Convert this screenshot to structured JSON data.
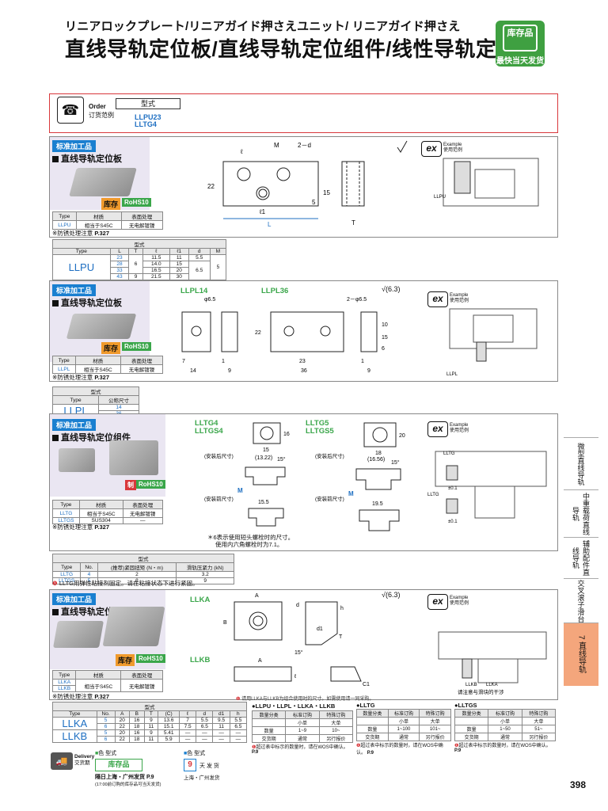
{
  "header": {
    "subtitle": "リニアロックプレート/リニアガイド押さえユニット/ リニアガイド押さえ",
    "title": "直线导轨定位板/直线导轨定位组件/线性导轨定位块",
    "badge_top": "库存品",
    "badge_caption": "最快当天发货"
  },
  "order": {
    "label_en": "Order",
    "label_cn": "订货范例",
    "type_header": "型式",
    "codes": [
      "LLPU23",
      "LLTG4"
    ]
  },
  "sections": {
    "llpu": {
      "tag": "标准加工品",
      "title": "直线导轨定位板",
      "stock": "库存",
      "rohs": "RoHS10",
      "mat_headers": [
        "Type",
        "材质",
        "表面处理"
      ],
      "mat_rows": [
        [
          "LLPU",
          "相当于S45C",
          "无电解镀镍"
        ]
      ],
      "rust_note": "※防锈处理注意",
      "rust_ref": "P.327",
      "dims": {
        "l": "ℓ",
        "d": "2－d",
        "m": "M",
        "h": "22",
        "h2": "15",
        "h3": "5",
        "l1": "ℓ1",
        "L": "L",
        "T": "T"
      },
      "example": "Example",
      "example_cn": "使用范例",
      "example_part": "LLPU",
      "table": {
        "title": "型式",
        "headers": [
          "Type",
          "L",
          "T",
          "ℓ",
          "ℓ1",
          "d",
          "M"
        ],
        "code": "LLPU",
        "L": [
          "23",
          "28",
          "33",
          "43"
        ],
        "T": "6",
        "l": [
          "11.5",
          "14.0",
          "16.5",
          "21.5"
        ],
        "l1": [
          "11",
          "15",
          "20",
          "30"
        ],
        "d_top": "5.5",
        "d_bot": "6.5",
        "M": "5",
        "T2": "9"
      }
    },
    "llpl": {
      "tag": "标准加工品",
      "title": "直线导轨定位板",
      "stock": "库存",
      "rohs": "RoHS10",
      "mat_headers": [
        "Type",
        "材质",
        "表面处理"
      ],
      "mat_rows": [
        [
          "LLPL",
          "相当于S45C",
          "无电解镀镍"
        ]
      ],
      "rust_note": "※防锈处理注意",
      "rust_ref": "P.327",
      "label_a": "LLPL14",
      "label_b": "LLPL36",
      "dims": {
        "hole_a": "φ6.5",
        "hole_b": "2－φ6.5",
        "d7": "7",
        "d14": "14",
        "d1": "1",
        "d9": "9",
        "d23": "23",
        "d36": "36",
        "d22": "22",
        "d10": "10",
        "d15": "15",
        "d6": "6"
      },
      "roughness": "6.3",
      "example": "Example",
      "example_cn": "使用范例",
      "example_part": "LLPL",
      "table": {
        "title": "型式",
        "headers": [
          "Type",
          "公称尺寸"
        ],
        "code": "LLPL",
        "sizes": [
          "14",
          "36"
        ]
      }
    },
    "lltg": {
      "tag": "标准加工品",
      "title": "直线导轨定位组件",
      "stock": "制",
      "rohs": "RoHS10",
      "mat_headers": [
        "Type",
        "材质",
        "表面处理"
      ],
      "mat_rows": [
        [
          "LLTG",
          "相当于S45C",
          "无电解镀镍"
        ],
        [
          "LLTGS",
          "SUS304",
          "—"
        ]
      ],
      "rust_note": "※防锈处理注意",
      "rust_ref": "P.327",
      "label_a1": "LLTG4",
      "label_a2": "LLTGS4",
      "label_b1": "LLTG5",
      "label_b2": "LLTGS5",
      "after_install": "(安装后尺寸)",
      "before_install": "(安装前尺寸)",
      "dims_a": {
        "w": "15",
        "h": "16",
        "a": "(13.22)",
        "ang": "15°",
        "m": "M",
        "b": "15.5"
      },
      "dims_b": {
        "w": "18",
        "h": "20",
        "a": "(16.56)",
        "ang": "15°",
        "m": "M",
        "b": "19.5"
      },
      "note1": "＊6表示使用短头螺栓时的尺寸。",
      "note2": "使用内六角螺栓时为7.1。",
      "example": "Example",
      "example_cn": "使用范例",
      "example_parts": [
        "LLTG",
        "LLTG"
      ],
      "tol": "±0.1",
      "table": {
        "title": "型式",
        "headers": [
          "Type",
          "No.",
          "(推荐)紧固扭矩 (N・m)",
          "滑轨压紧力 (kN)"
        ],
        "rows": [
          [
            "LLTG",
            "4",
            "2",
            "3.2"
          ],
          [
            "LLTGS",
            "5",
            "8",
            "9"
          ]
        ]
      },
      "footnote": "LLTG用弹性粘接剂固定。请在粘接状态下进行紧固。"
    },
    "llka": {
      "tag": "标准加工品",
      "title": "直线导轨定位块",
      "stock": "库存",
      "rohs": "RoHS10",
      "mat_headers": [
        "Type",
        "材质",
        "表面处理"
      ],
      "mat_rows": [
        [
          "LLKA",
          "相当于S45C",
          "无电解镀镍"
        ],
        [
          "LLKB",
          "",
          ""
        ]
      ],
      "rust_note": "※防锈处理注意",
      "rust_ref": "P.327",
      "label_a": "LLKA",
      "label_b": "LLKB",
      "roughness": "6.3",
      "dims": {
        "A": "A",
        "B": "B",
        "T": "T",
        "ang": "15°",
        "C1": "C1",
        "d": "d",
        "d1": "d1",
        "h": "h",
        "l": "ℓ"
      },
      "example": "Example",
      "example_cn": "使用范例",
      "example_parts": [
        "LLKB",
        "LLKA"
      ],
      "example_note": "请注意与滑块的干涉",
      "footnote": "请用LLKA与LLKB为组合使用时的尺寸。如需使用请一同采购。",
      "table": {
        "title": "型式",
        "headers": [
          "Type",
          "No.",
          "A",
          "B",
          "T",
          "(C)",
          "ℓ",
          "d",
          "d1",
          "h"
        ],
        "rows": [
          [
            "LLKA",
            "5",
            "20",
            "16",
            "9",
            "13.6",
            "7",
            "5.5",
            "9.5",
            "5.5"
          ],
          [
            "",
            "6",
            "22",
            "18",
            "11",
            "15.1",
            "7.5",
            "6.5",
            "11",
            "6.5"
          ],
          [
            "LLKB",
            "5",
            "20",
            "16",
            "9",
            "5.41",
            "—",
            "—",
            "—",
            "—"
          ],
          [
            "",
            "6",
            "22",
            "18",
            "11",
            "5.9",
            "—",
            "—",
            "—",
            "—"
          ]
        ]
      }
    }
  },
  "price_tables": [
    {
      "title": "●LLPU・LLPL・LLKA・LLKB",
      "headers": [
        "数量分类",
        "标准订购",
        "特殊订购"
      ],
      "rows": [
        [
          "",
          "小单",
          "大单"
        ],
        [
          "数量",
          "1~9",
          "10~"
        ],
        [
          "交货期",
          "通常",
          "另行报价"
        ]
      ],
      "note": "超过表中标示的数量时，请在WOS中确认。",
      "ref": "P.9"
    },
    {
      "title": "●LLTG",
      "headers": [
        "数量分类",
        "标准订购",
        "特殊订购"
      ],
      "rows": [
        [
          "",
          "小单",
          "大单"
        ],
        [
          "数量",
          "1~100",
          "101~"
        ],
        [
          "交货期",
          "通常",
          "另行报价"
        ]
      ],
      "note": "超过表中标示的数量时，请在WOS中确认。",
      "ref": "P.9"
    },
    {
      "title": "●LLTGS",
      "headers": [
        "数量分类",
        "标准订购",
        "特殊订购"
      ],
      "rows": [
        [
          "",
          "小单",
          "大单"
        ],
        [
          "数量",
          "1~50",
          "51~"
        ],
        [
          "交货期",
          "通常",
          "另行报价"
        ]
      ],
      "note": "超过表中标示的数量时，请在WOS中确认。",
      "ref": "P.9"
    }
  ],
  "delivery": {
    "title_en": "Delivery",
    "title_cn": "交货期",
    "colour_a": "色 型式",
    "stock": "库存品",
    "note_a": "隔日上海・广州发货",
    "ref_a": "P.9",
    "note_a2": "(17:00前订购的库存品可当天发货)",
    "colour_b": "色 型式",
    "days": "9",
    "days_lbl": "天 发 货",
    "note_b": "上海・广州发货"
  },
  "side_tabs": [
    "微型直线导轨",
    "中重载荷直线导轨",
    "辅助配件直线导轨",
    "交叉滚子滑台",
    "7 直线导轨"
  ],
  "page_number": "398",
  "colors": {
    "accent_blue": "#1e6fc2",
    "accent_green": "#3aa64a",
    "accent_red": "#d9373b",
    "side_active": "#f4a67c"
  }
}
